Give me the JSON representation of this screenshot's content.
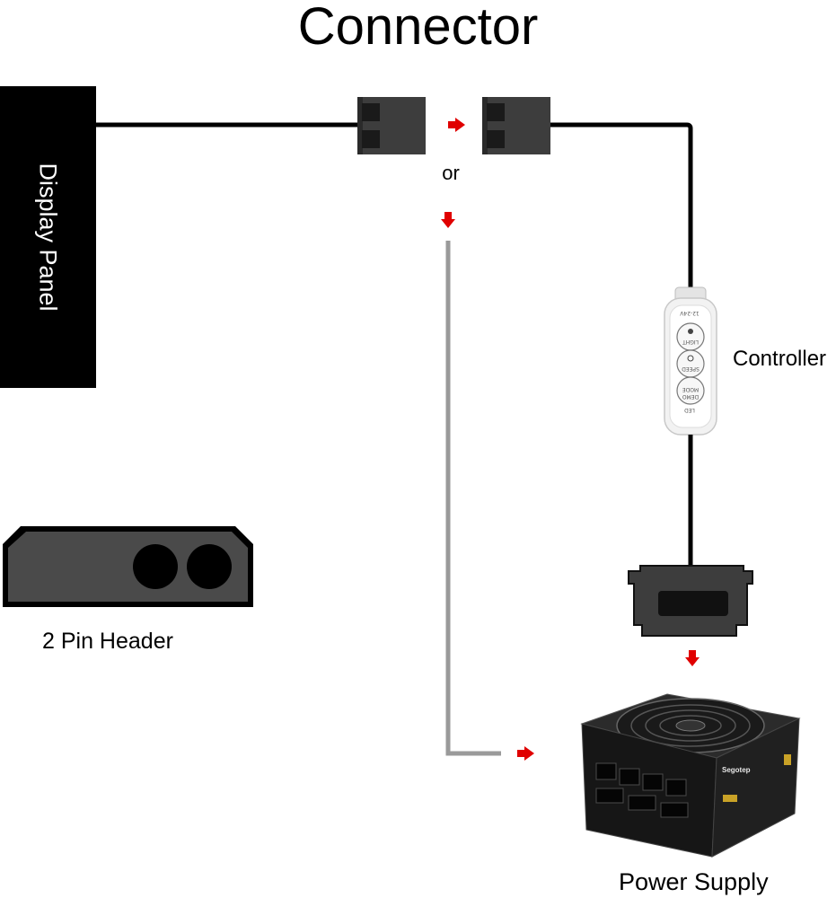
{
  "title": "Connector",
  "display_panel": {
    "label": "Display Panel"
  },
  "or_label": "or",
  "controller": {
    "label": "Controller",
    "top_text": "12-24V",
    "bottom_text": "LED",
    "buttons": [
      {
        "lines": [
          "LIGHT"
        ]
      },
      {
        "lines": [
          "SPEED"
        ]
      },
      {
        "lines": [
          "MODE",
          "DEMO"
        ]
      }
    ]
  },
  "pin_header": {
    "label": "2 Pin Header"
  },
  "power_supply": {
    "label": "Power Supply",
    "brand": "Segotep"
  },
  "colors": {
    "arrow": "#e00000",
    "cable": "#000000",
    "alt_cable": "#9a9a9a",
    "connector": "#3d3d3d",
    "panel": "#000000"
  }
}
